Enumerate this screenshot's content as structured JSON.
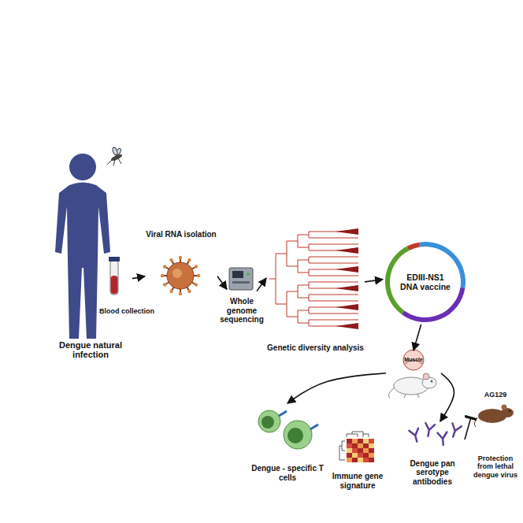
{
  "diagram": {
    "nodes": [
      {
        "text": [
          "Dengue natural infection"
        ]
      },
      {
        "text": [
          "Viral RNA isolation"
        ]
      },
      {
        "text": [
          "Whole genome sequencing"
        ]
      },
      {
        "text": [
          "Genetic diversity analysis"
        ]
      },
      {
        "text": [
          "EDIII-NS1 DNA vaccine"
        ]
      },
      {
        "text": [
          "Muscle"
        ]
      },
      {
        "text": [
          "Dengue - specific T cells"
        ]
      },
      {
        "text": [
          "Immune gene signature"
        ]
      },
      {
        "text": [
          "Dengue pan serotype antibodies"
        ]
      },
      {
        "text": [
          "AG129",
          "Protection from lethal dengue virus"
        ]
      }
    ],
    "edges": [
      {
        "from": 0,
        "to": 1,
        "arrow": "to"
      },
      {
        "from": 1,
        "to": 2,
        "arrow": "to"
      },
      {
        "from": 2,
        "to": 3,
        "arrow": "to"
      },
      {
        "from": 3,
        "to": 4,
        "arrow": "to"
      },
      {
        "from": 4,
        "to": 5,
        "arrow": "to"
      },
      {
        "from": 5,
        "to": 6,
        "arrow": "to"
      },
      {
        "from": 5,
        "to": 8,
        "arrow": "to"
      },
      {
        "from": 8,
        "to": 9,
        "arrow": "to"
      }
    ],
    "labels": [
      "Blood collection"
    ]
  }
}
